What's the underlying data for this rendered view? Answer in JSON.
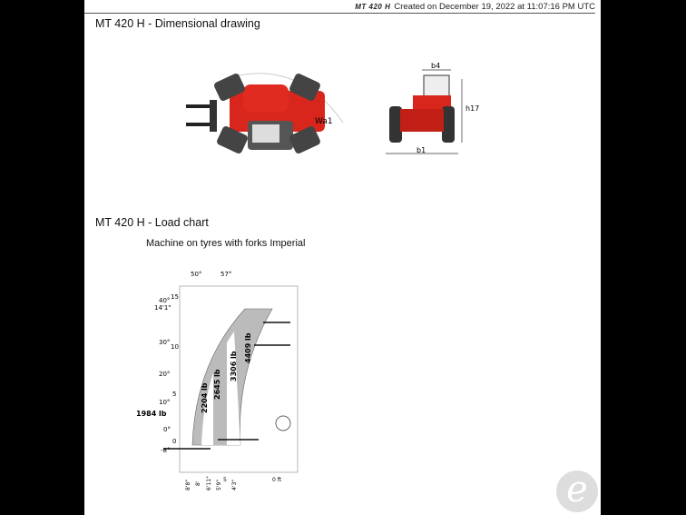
{
  "header": {
    "logo": "MT 420 H",
    "created": "Created on December 19, 2022 at 11:07:16 PM UTC"
  },
  "sections": {
    "dimensional_title": "MT 420 H - Dimensional drawing",
    "load_title": "MT 420 H - Load chart",
    "load_subtitle": "Machine on tyres with forks Imperial"
  },
  "dimensions": {
    "wa1": "Wa1",
    "b4": "b4",
    "h17": "h17",
    "b1": "b1"
  },
  "load_chart": {
    "angles_top": [
      "50°",
      "57°"
    ],
    "angles_left": [
      "40°",
      "30°",
      "20°",
      "10°",
      "0°",
      "-8°"
    ],
    "height_ticks": [
      "15",
      "14'1\"",
      "10",
      "5",
      "0"
    ],
    "loads": [
      "1984 lb",
      "2204 lb",
      "2645 lb",
      "3306 lb",
      "4409 lb"
    ],
    "reach_ticks": [
      "8'8\"",
      "8'",
      "6'11\"",
      "5'9\"",
      "5",
      "4'3\"",
      "0 ft"
    ]
  },
  "watermark": "e"
}
